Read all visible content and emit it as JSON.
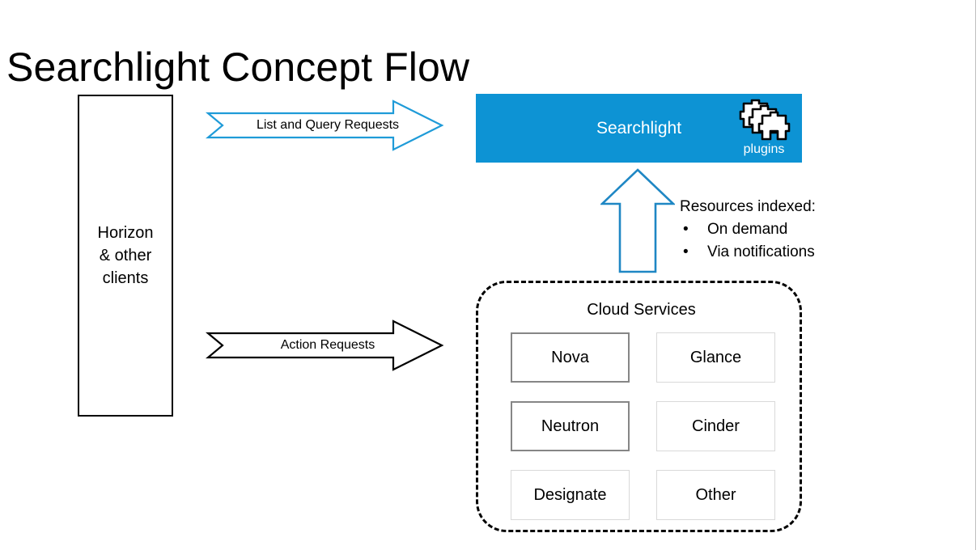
{
  "page_title": "Searchlight Concept Flow",
  "clients": {
    "name": "clients-box",
    "label": "Horizon\n& other\nclients"
  },
  "arrows": {
    "list_and_query": {
      "label": "List and Query Requests",
      "color": "#1f9bd8",
      "direction": "right"
    },
    "action": {
      "label": "Action Requests",
      "color": "#000000",
      "direction": "right"
    },
    "indexing": {
      "color": "#1f87c4",
      "direction": "up"
    }
  },
  "searchlight": {
    "title": "Searchlight",
    "background_color": "#0d93d4",
    "text_color": "#ffffff",
    "plugins_label": "plugins",
    "plugins_icon": "puzzle-pieces-icon"
  },
  "indexed_note": {
    "heading": "Resources indexed:",
    "bullet_glyph": "•",
    "items": [
      "On demand",
      "Via notifications"
    ]
  },
  "cloud_services": {
    "title": "Cloud Services",
    "border_style": "dashed",
    "border_color": "#000000",
    "services": [
      {
        "label": "Nova",
        "emphasis": true,
        "border_color": "#868686"
      },
      {
        "label": "Glance",
        "emphasis": false,
        "border_color": "#d9d9d9"
      },
      {
        "label": "Neutron",
        "emphasis": true,
        "border_color": "#868686"
      },
      {
        "label": "Cinder",
        "emphasis": false,
        "border_color": "#d9d9d9"
      },
      {
        "label": "Designate",
        "emphasis": false,
        "border_color": "#d9d9d9"
      },
      {
        "label": "Other",
        "emphasis": false,
        "border_color": "#d9d9d9"
      }
    ]
  }
}
